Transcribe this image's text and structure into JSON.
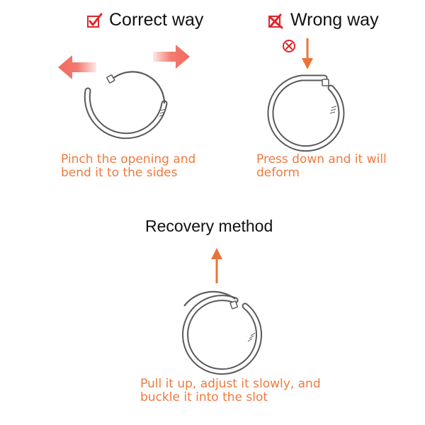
{
  "correct": {
    "heading": "Correct way",
    "caption_lines": [
      "Pinch the opening and",
      "bend it to the sides"
    ],
    "icon": "checkbox-check-icon"
  },
  "wrong": {
    "heading": "Wrong way",
    "caption_lines": [
      "Press down and it will",
      "deform"
    ],
    "icon": "checkbox-cross-icon",
    "marker_icon": "circle-x-icon"
  },
  "recovery": {
    "title": "Recovery method",
    "caption_lines": [
      "Pull it up, adjust it slowly, and",
      "buckle it into the slot"
    ]
  },
  "colors": {
    "caption": "#ee7a3e",
    "arrow_red": "#f26a5f",
    "arrow_orange": "#e8743b",
    "check_red": "#e0252b",
    "ring_outline": "#5a5a5a"
  }
}
